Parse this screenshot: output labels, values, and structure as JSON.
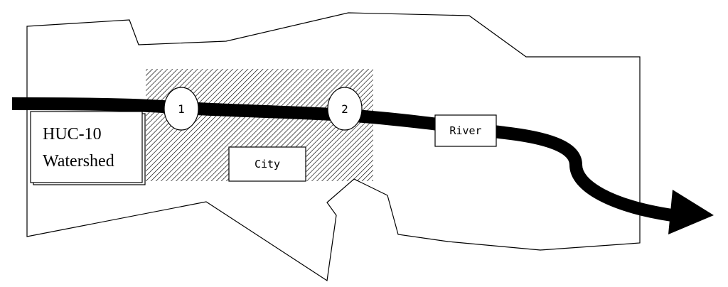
{
  "watershed": {
    "label_line1": "HUC-10",
    "label_line2": "Watershed"
  },
  "city": {
    "label": "City"
  },
  "river": {
    "label": "River"
  },
  "sites": [
    {
      "label": "1"
    },
    {
      "label": "2"
    }
  ],
  "colors": {
    "stroke": "#000000",
    "fill": "#ffffff",
    "river": "#000000"
  }
}
